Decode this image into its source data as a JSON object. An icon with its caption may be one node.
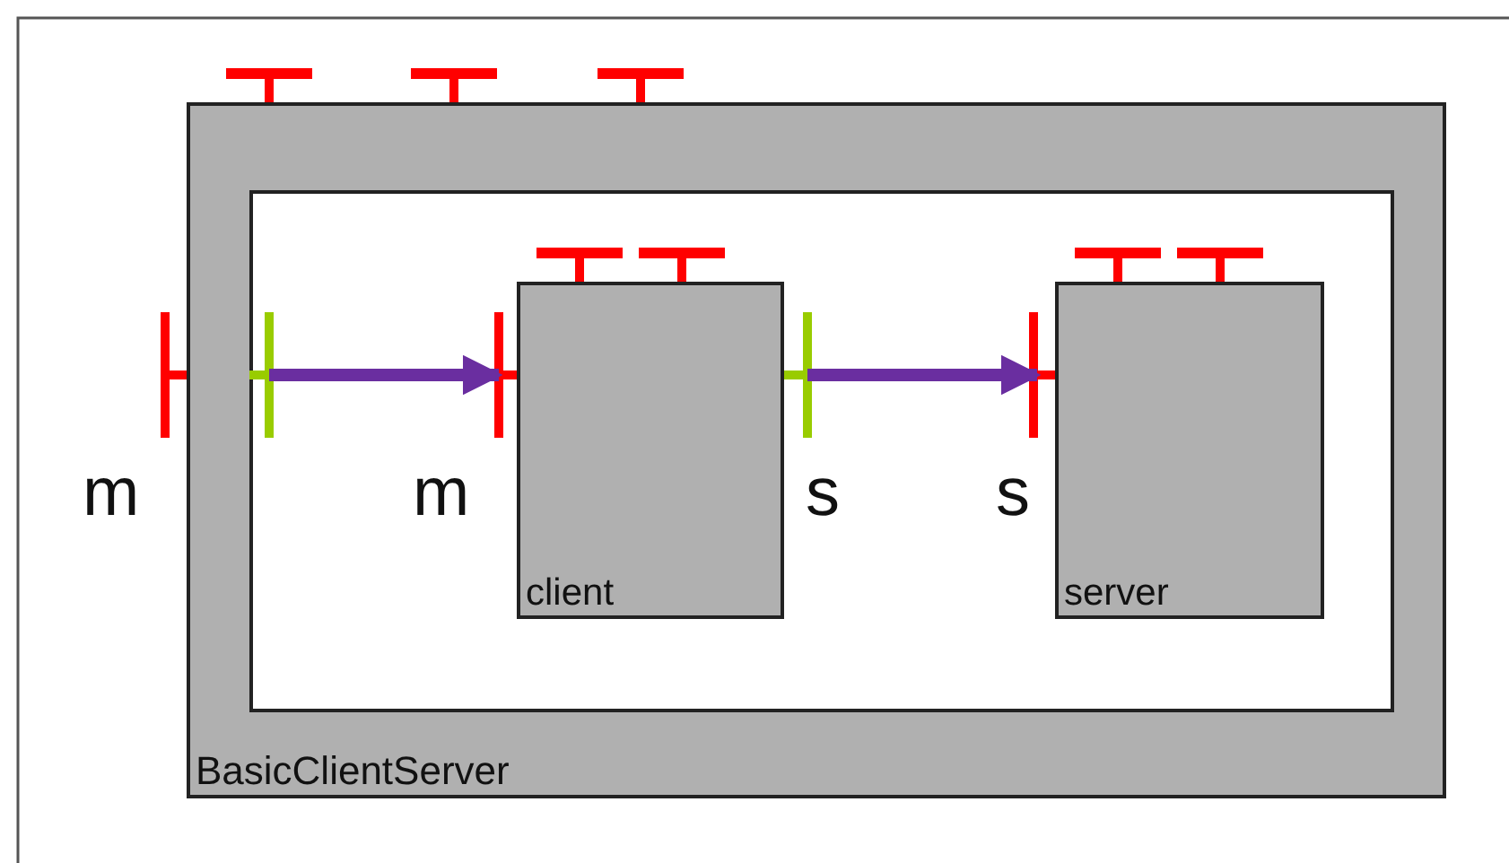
{
  "diagram": {
    "nodes": [
      {
        "text": [
          "BasicClientServer"
        ]
      },
      {
        "text": [
          "client"
        ],
        "in": 0
      },
      {
        "text": [
          "server"
        ],
        "in": 0
      }
    ],
    "edges": [
      {
        "from": 0,
        "to": 1,
        "arrow": "to",
        "color": "#6a2ea0"
      },
      {
        "from": 1,
        "to": 2,
        "arrow": "to",
        "color": "#6a2ea0"
      }
    ],
    "labels": [
      "m",
      "m",
      "s",
      "s"
    ]
  }
}
